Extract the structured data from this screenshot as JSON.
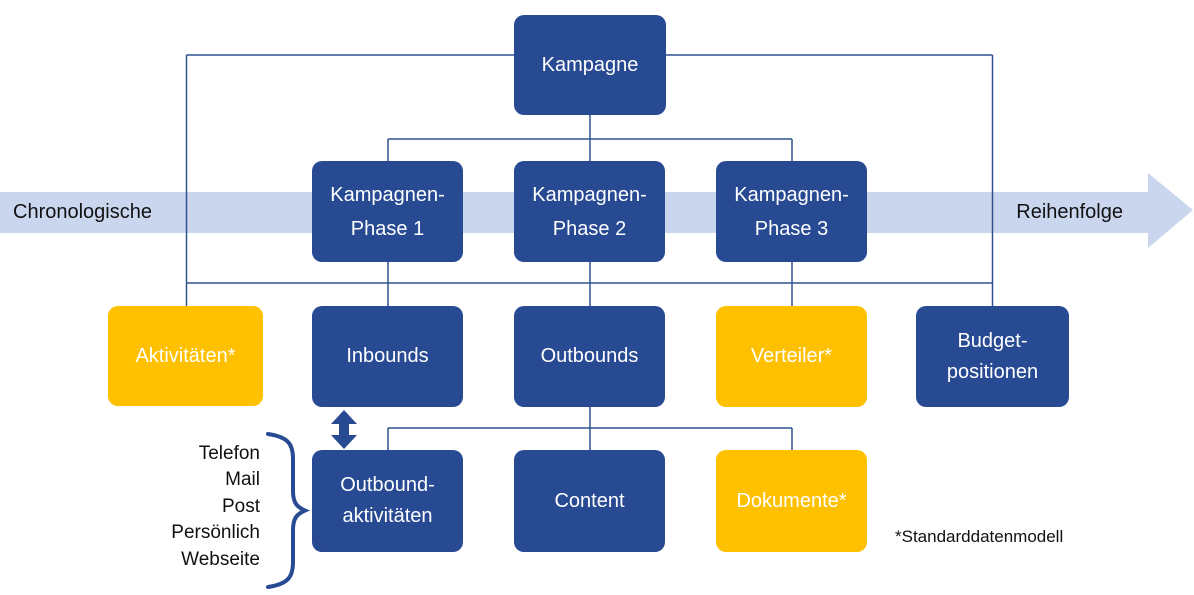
{
  "diagram": {
    "colors": {
      "box_blue": "#284A93",
      "box_yellow": "#FFC000",
      "timeline_band": "#C9D6EE",
      "connector_line": "#2F528F",
      "box_text": "#ffffff",
      "label_text": "#111111"
    },
    "timeline": {
      "left_label": "Chronologische",
      "right_label": "Reihenfolge"
    },
    "nodes": {
      "kampagne": {
        "lines": [
          "Kampagne"
        ],
        "color": "blue"
      },
      "phase1": {
        "lines": [
          "Kampagnen-",
          "Phase 1"
        ],
        "color": "blue"
      },
      "phase2": {
        "lines": [
          "Kampagnen-",
          "Phase 2"
        ],
        "color": "blue"
      },
      "phase3": {
        "lines": [
          "Kampagnen-",
          "Phase 3"
        ],
        "color": "blue"
      },
      "aktivitaeten": {
        "lines": [
          "Aktivitäten*"
        ],
        "color": "yellow"
      },
      "inbounds": {
        "lines": [
          "Inbounds"
        ],
        "color": "blue"
      },
      "outbounds": {
        "lines": [
          "Outbounds"
        ],
        "color": "blue"
      },
      "verteiler": {
        "lines": [
          "Verteiler*"
        ],
        "color": "yellow"
      },
      "budget": {
        "lines": [
          "Budget-",
          "positionen"
        ],
        "color": "blue"
      },
      "outbound_akt": {
        "lines": [
          "Outbound-",
          "aktivitäten"
        ],
        "color": "blue"
      },
      "content": {
        "lines": [
          "Content"
        ],
        "color": "blue"
      },
      "dokumente": {
        "lines": [
          "Dokumente*"
        ],
        "color": "yellow"
      }
    },
    "channels": {
      "items": [
        "Telefon",
        "Mail",
        "Post",
        "Persönlich",
        "Webseite"
      ]
    },
    "footnote": "*Standarddatenmodell"
  }
}
